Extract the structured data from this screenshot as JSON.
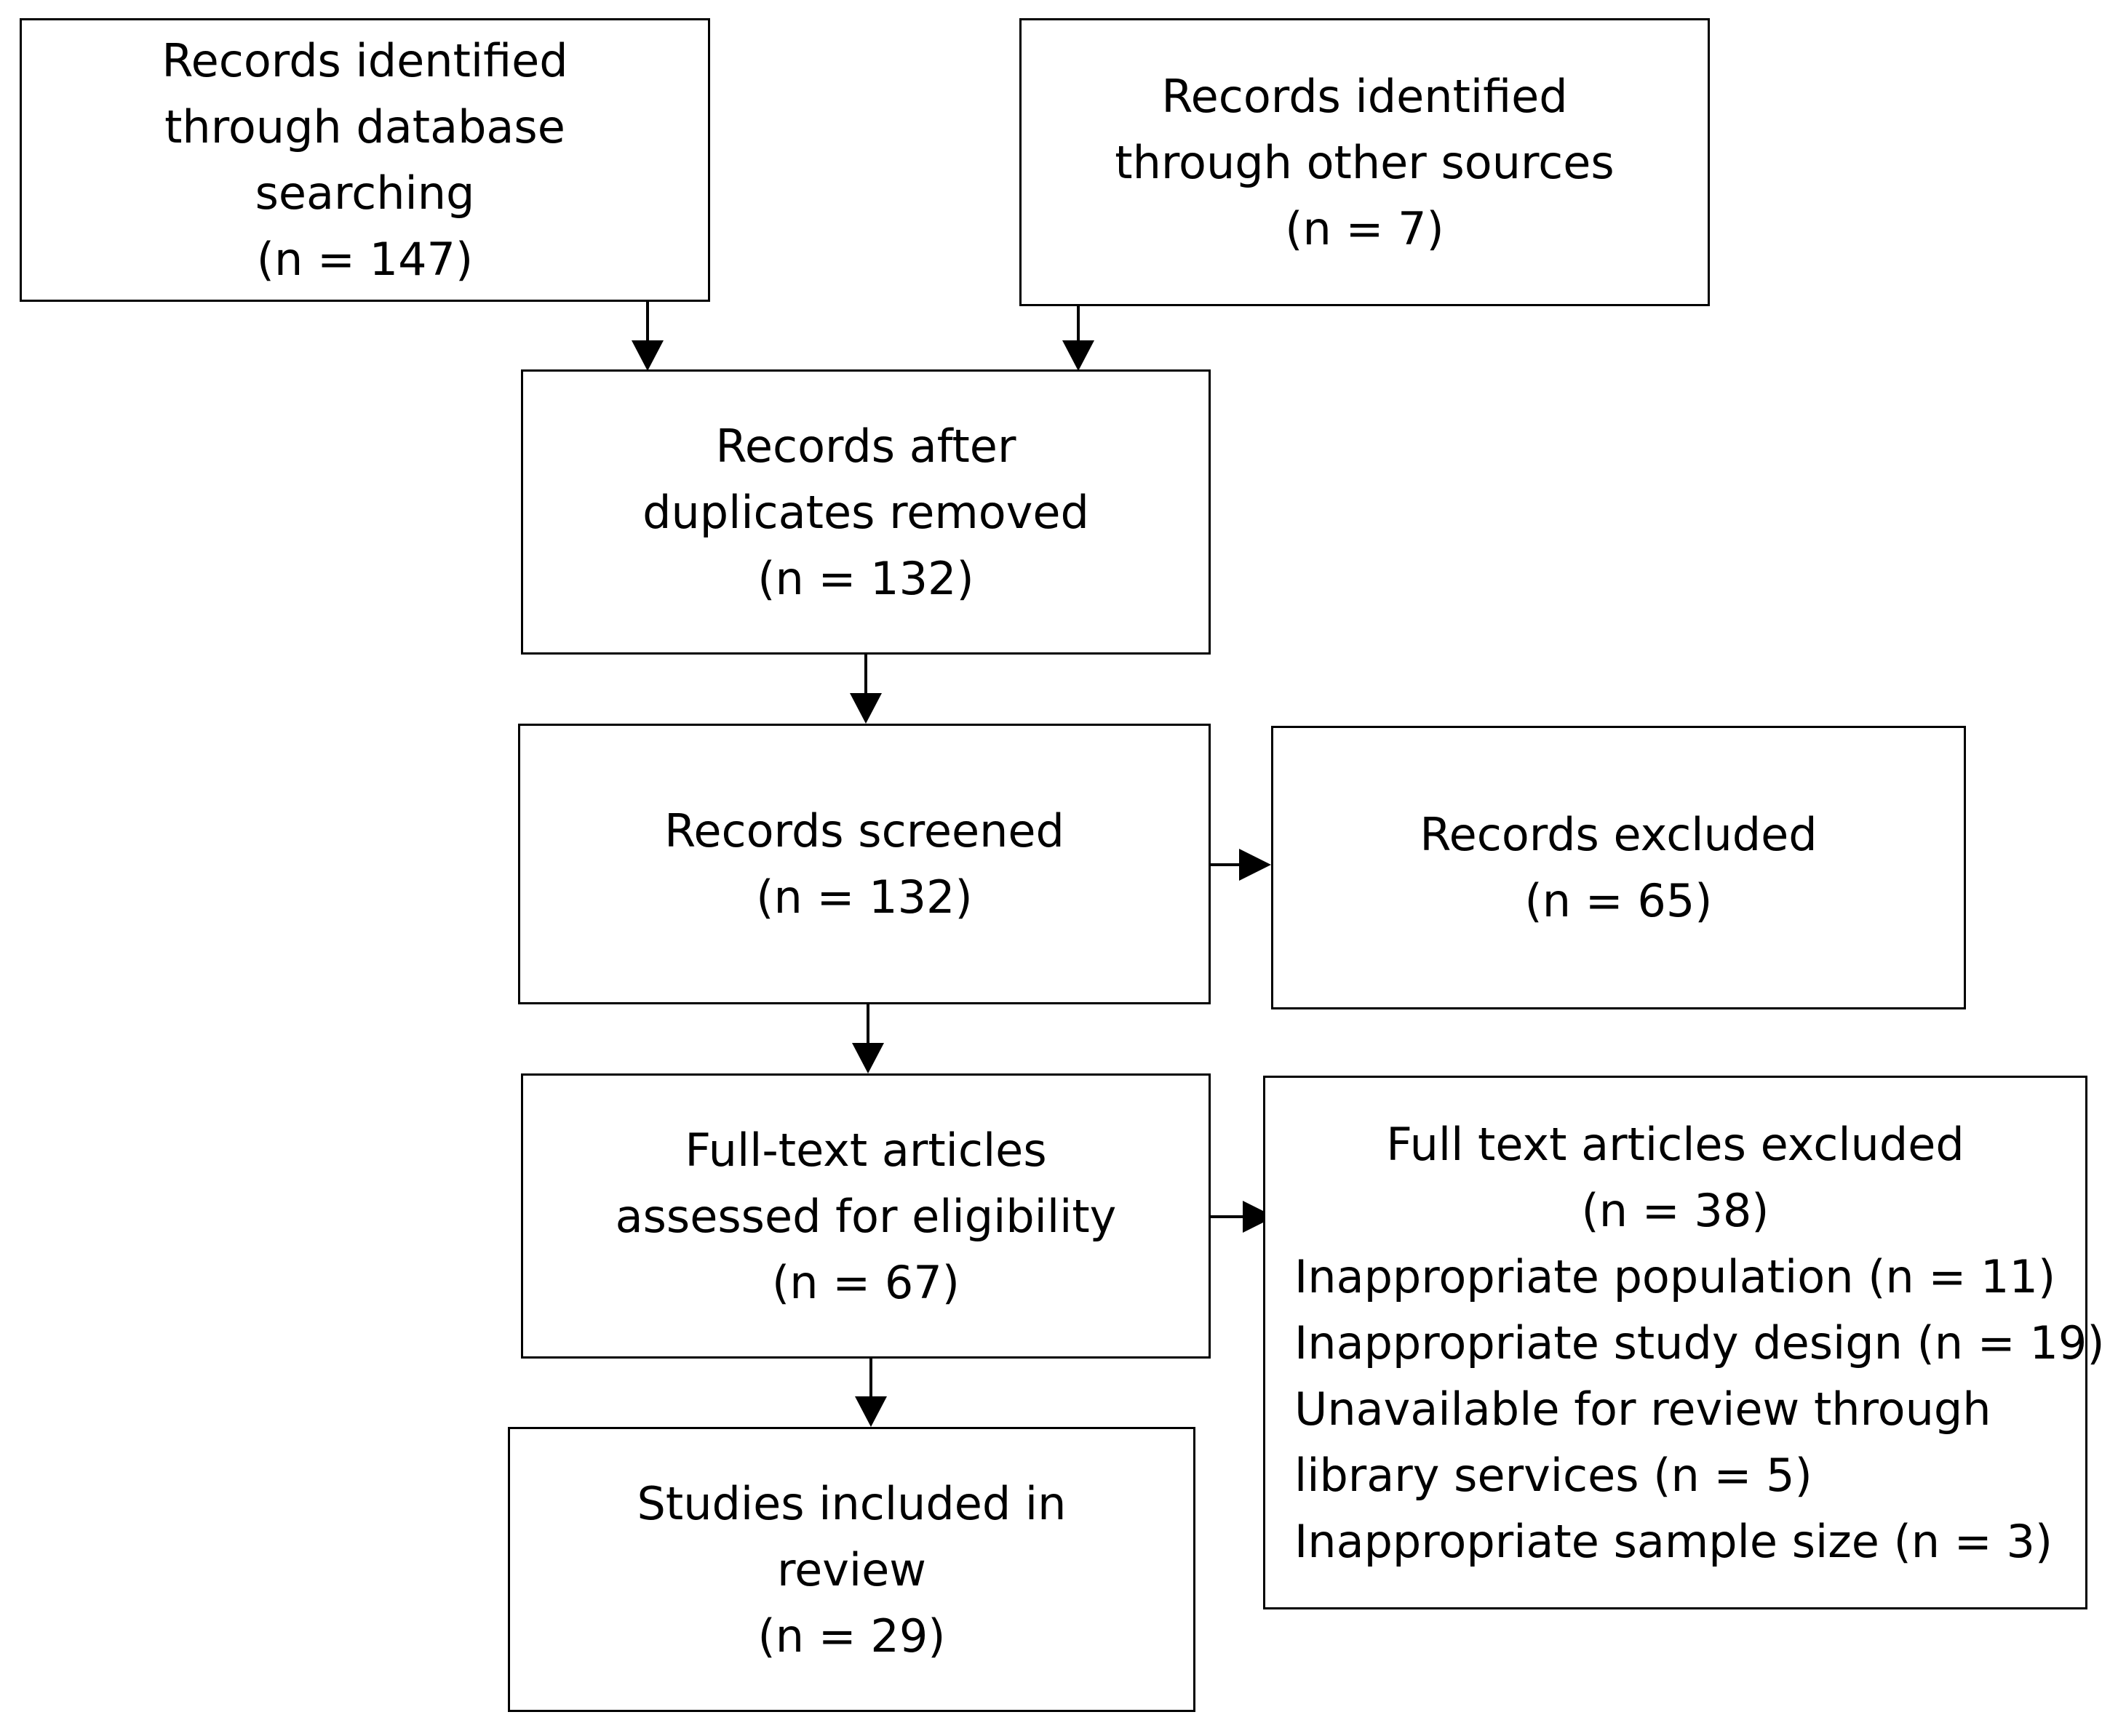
{
  "boxes": {
    "database_searching": {
      "lines": [
        "Records identified",
        "through database",
        "searching",
        "(n = 147)"
      ]
    },
    "other_sources": {
      "lines": [
        "Records identified",
        "through other sources",
        "(n = 7)"
      ]
    },
    "duplicates_removed": {
      "lines": [
        "Records after",
        "duplicates removed",
        "(n = 132)"
      ]
    },
    "records_screened": {
      "lines": [
        "Records screened",
        "(n = 132)"
      ]
    },
    "records_excluded": {
      "lines": [
        "Records excluded",
        "(n = 65)"
      ]
    },
    "full_text_assessed": {
      "lines": [
        "Full-text articles",
        "assessed for eligibility",
        "(n = 67)"
      ]
    },
    "full_text_excluded": {
      "heading": "Full text articles excluded",
      "count": "(n = 38)",
      "reasons": [
        "Inappropriate population (n = 11)",
        "Inappropriate study design (n = 19)",
        "Unavailable for review through",
        "library services (n = 5)",
        "Inappropriate sample size (n = 3)"
      ]
    },
    "studies_included": {
      "lines": [
        "Studies included in",
        "review",
        "(n = 29)"
      ]
    }
  },
  "colors": {
    "stroke": "#000000",
    "background": "#ffffff"
  }
}
